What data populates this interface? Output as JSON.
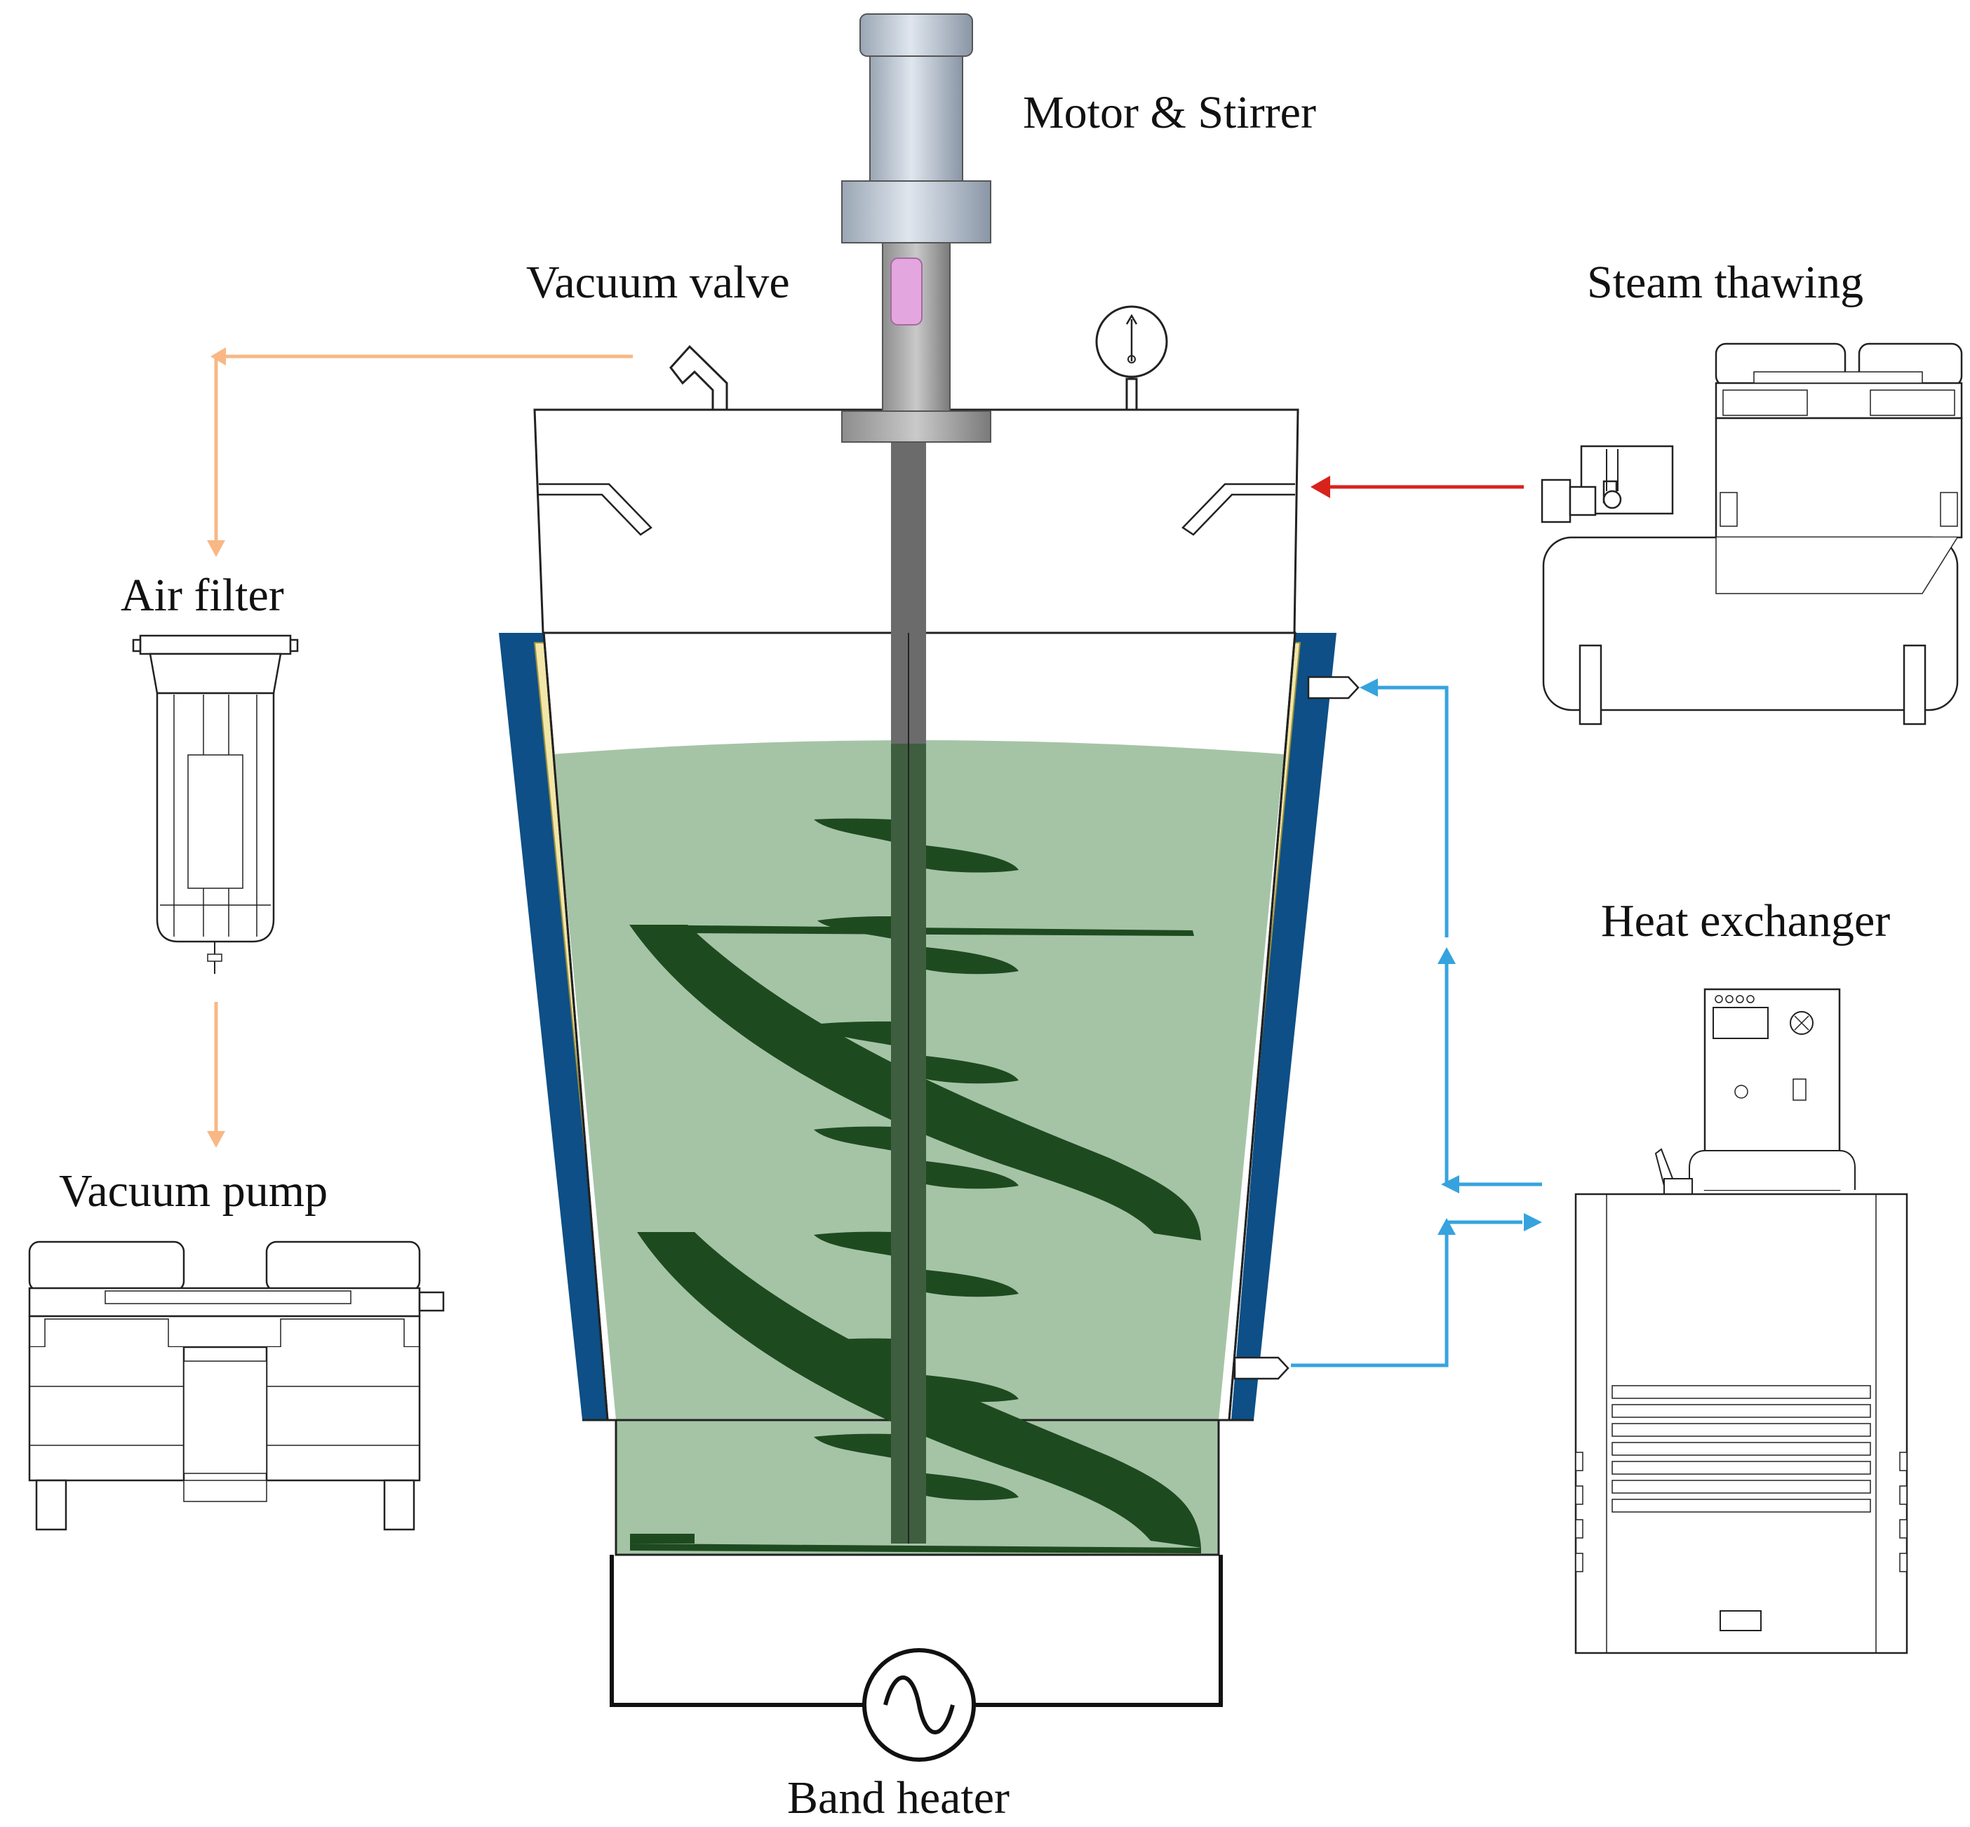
{
  "labels": {
    "motor": "Motor & Stirrer",
    "vacuum_valve": "Vacuum valve",
    "steam": "Steam thawing",
    "air_filter": "Air filter",
    "vacuum_pump": "Vacuum pump",
    "heat_exchanger": "Heat exchanger",
    "band_heater": "Band heater"
  },
  "colors": {
    "vacuum_line": "#f8b886",
    "steam_line": "#d9221c",
    "water_line": "#36a3de",
    "jacket": "#0d4f86",
    "liquid": "#a5c4a6",
    "stirrer": "#1e4a1f",
    "shaft": "#6b6b6b",
    "outline": "#222222"
  }
}
